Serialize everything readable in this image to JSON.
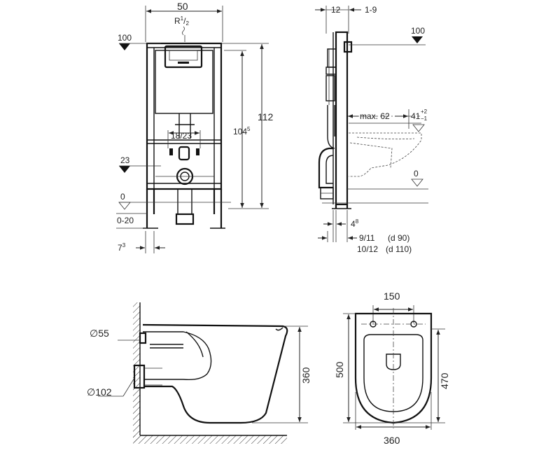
{
  "front_view": {
    "width_dim": "50",
    "pipe_label_base": "R",
    "pipe_label_sup": "1",
    "pipe_label_sub": "2",
    "level_100": "100",
    "height_112": "112",
    "height_104_base": "104",
    "height_104_sup": "5",
    "drain_spacing": "18/23",
    "level_23": "23",
    "level_0": "0",
    "level_0_20": "0-20",
    "offset_7_base": "7",
    "offset_7_sup": "3"
  },
  "side_view": {
    "depth_12": "12",
    "depth_1_9": "1-9",
    "level_100": "100",
    "max_62": "max. 62",
    "dim_41": "41",
    "dim_41_tol_upper": "+2",
    "dim_41_tol_lower": "−1",
    "level_0": "0",
    "dim_4_base": "4",
    "dim_4_sup": "8",
    "pipe_9_11": "9/11",
    "pipe_d90": "(d 90)",
    "pipe_10_12": "10/12",
    "pipe_d110": "(d 110)"
  },
  "bowl_side_view": {
    "inlet_diameter": "∅55",
    "outlet_diameter": "∅102",
    "height_360": "360"
  },
  "bowl_top_view": {
    "hole_spacing": "150",
    "length_500": "500",
    "length_470": "470",
    "width_360": "360"
  }
}
